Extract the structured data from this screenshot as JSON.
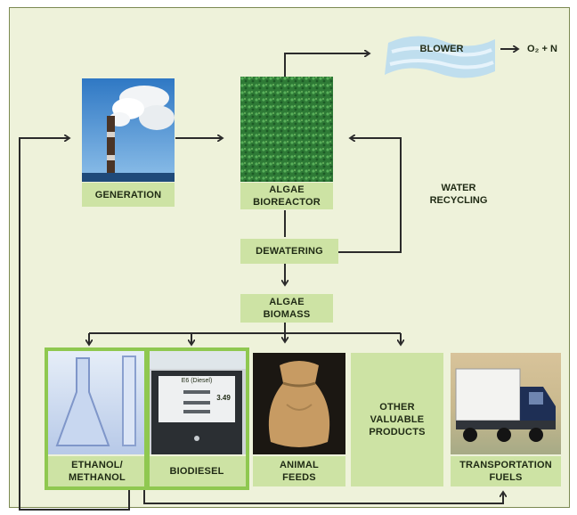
{
  "nodes": {
    "blower": "BLOWER",
    "blower_output": "O₂ + N",
    "generation": "GENERATION",
    "algae_bioreactor": "ALGAE\nBIOREACTOR",
    "water_recycling": "WATER\nRECYCLING",
    "dewatering": "DEWATERING",
    "algae_biomass": "ALGAE\nBIOMASS",
    "ethanol_methanol": "ETHANOL/\nMETHANOL",
    "biodiesel": "BIODIESEL",
    "animal_feeds": "ANIMAL\nFEEDS",
    "other_valuable_products": "OTHER\nVALUABLE\nPRODUCTS",
    "transportation_fuels": "TRANSPORTATION\nFUELS"
  },
  "pump_display": {
    "header": "E6 (Diesel)",
    "price": "3.49"
  },
  "colors": {
    "panel_background": "#eef2da",
    "label_fill": "#cde3a4",
    "highlight_border": "#8fc850",
    "arrow": "#2b2b2b"
  }
}
